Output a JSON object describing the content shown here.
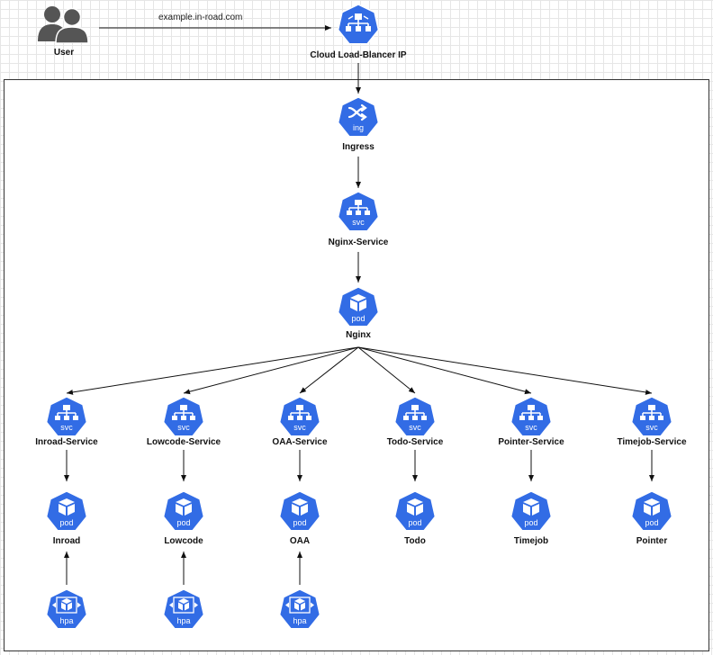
{
  "accent_color": "#326ce5",
  "user": {
    "label": "User",
    "icon": "users-icon"
  },
  "edge_label": "example.in-road.com",
  "load_balancer": {
    "label": "Cloud Load-Blancer IP",
    "icon": "load-balancer-icon"
  },
  "ingress": {
    "label": "Ingress",
    "badge": "ing",
    "icon": "shuffle-icon"
  },
  "nginx_service": {
    "label": "Nginx-Service",
    "badge": "svc",
    "icon": "service-icon"
  },
  "nginx": {
    "label": "Nginx",
    "badge": "pod",
    "icon": "pod-cube-icon"
  },
  "services": [
    {
      "label": "Inroad-Service",
      "badge": "svc"
    },
    {
      "label": "Lowcode-Service",
      "badge": "svc"
    },
    {
      "label": "OAA-Service",
      "badge": "svc"
    },
    {
      "label": "Todo-Service",
      "badge": "svc"
    },
    {
      "label": "Pointer-Service",
      "badge": "svc"
    },
    {
      "label": "Timejob-Service",
      "badge": "svc"
    }
  ],
  "pods": [
    {
      "label": "Inroad",
      "badge": "pod"
    },
    {
      "label": "Lowcode",
      "badge": "pod"
    },
    {
      "label": "OAA",
      "badge": "pod"
    },
    {
      "label": "Todo",
      "badge": "pod"
    },
    {
      "label": "Timejob",
      "badge": "pod"
    },
    {
      "label": "Pointer",
      "badge": "pod"
    }
  ],
  "hpas": [
    {
      "badge": "hpa"
    },
    {
      "badge": "hpa"
    },
    {
      "badge": "hpa"
    }
  ]
}
